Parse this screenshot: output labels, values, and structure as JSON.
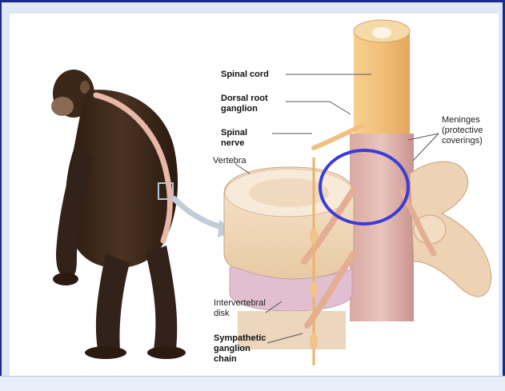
{
  "labels": {
    "spinal_cord": "Spinal cord",
    "dorsal_root_1": "Dorsal root",
    "dorsal_root_2": "ganglion",
    "spinal_nerve_1": "Spinal",
    "spinal_nerve_2": "nerve",
    "meninges_1": "Meninges",
    "meninges_2": "(protective",
    "meninges_3": "coverings)",
    "vertebra": "Vertebra",
    "intervertebral_1": "Intervertebral",
    "intervertebral_2": "disk",
    "sympathetic_1": "Sympathetic",
    "sympathetic_2": "ganglion",
    "sympathetic_3": "chain"
  },
  "colors": {
    "frame_border": "#1a2a8c",
    "highlight_circle": "#3b3bd8",
    "bone": "#f1dcc0",
    "spinal_cord": "#f2bf78",
    "nerve": "#e9b993",
    "fur": "#3a2718"
  }
}
